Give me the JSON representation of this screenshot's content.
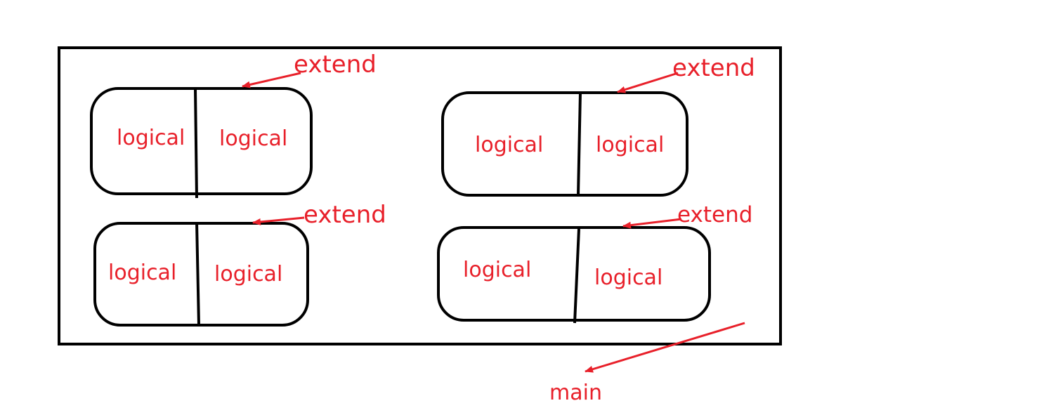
{
  "diagram": {
    "colors": {
      "annotation": "#e8202a",
      "outline": "#000000"
    },
    "outer": {
      "label": "main"
    },
    "groups": [
      {
        "id": "group-1",
        "extend_label": "extend",
        "left_label": "logical",
        "right_label": "logical"
      },
      {
        "id": "group-2",
        "extend_label": "extend",
        "left_label": "logical",
        "right_label": "logical"
      },
      {
        "id": "group-3",
        "extend_label": "extend",
        "left_label": "logical",
        "right_label": "logical"
      },
      {
        "id": "group-4",
        "extend_label": "extend",
        "left_label": "logical",
        "right_label": "logical"
      }
    ]
  }
}
